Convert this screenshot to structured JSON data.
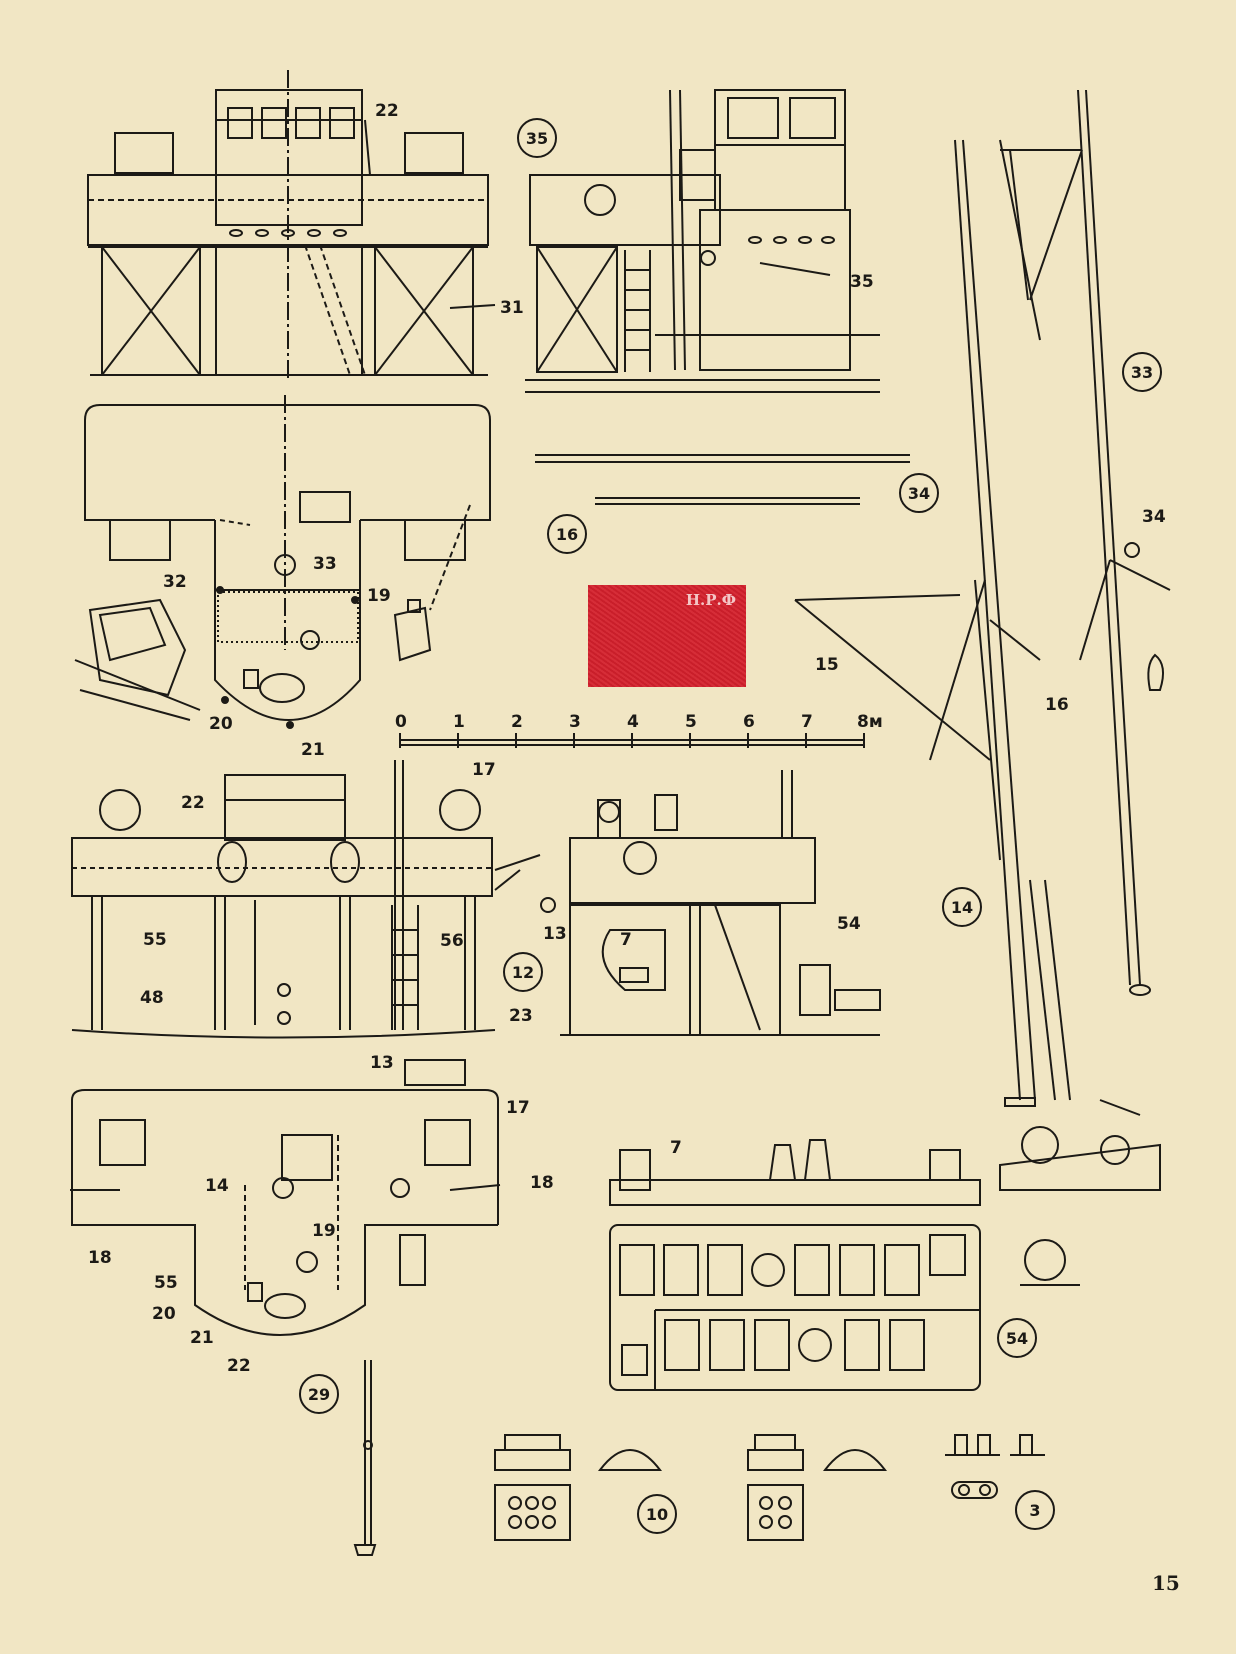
{
  "callouts": {
    "c22a": "22",
    "c31": "31",
    "c35": "35",
    "c33": "33",
    "c32": "32",
    "c19a": "19",
    "c20a": "20",
    "c21a": "21",
    "c15": "15",
    "c16": "16",
    "c34": "34",
    "c22b": "22",
    "c17a": "17",
    "c55a": "55",
    "c56": "56",
    "c48": "48",
    "c23": "23",
    "c13a": "13",
    "c7a": "7",
    "c54": "54",
    "c13b": "13",
    "c17b": "17",
    "c14": "14",
    "c18a": "18",
    "c18b": "18",
    "c19b": "19",
    "c55b": "55",
    "c20b": "20",
    "c21b": "21",
    "c22c": "22",
    "c7b": "7"
  },
  "circled": {
    "n35": "35",
    "n33": "33",
    "n34": "34",
    "n16": "16",
    "n14": "14",
    "n12": "12",
    "n54": "54",
    "n29": "29",
    "n10": "10",
    "n3": "3"
  },
  "scale": {
    "ticks": [
      "0",
      "1",
      "2",
      "3",
      "4",
      "5",
      "6",
      "7",
      "8м"
    ]
  },
  "stamp": {
    "text": "Н.Р.Ф"
  },
  "page_number": "15",
  "colors": {
    "paper": "#f1e6c4",
    "ink": "#1c1a16",
    "stamp": "#d4202c"
  }
}
